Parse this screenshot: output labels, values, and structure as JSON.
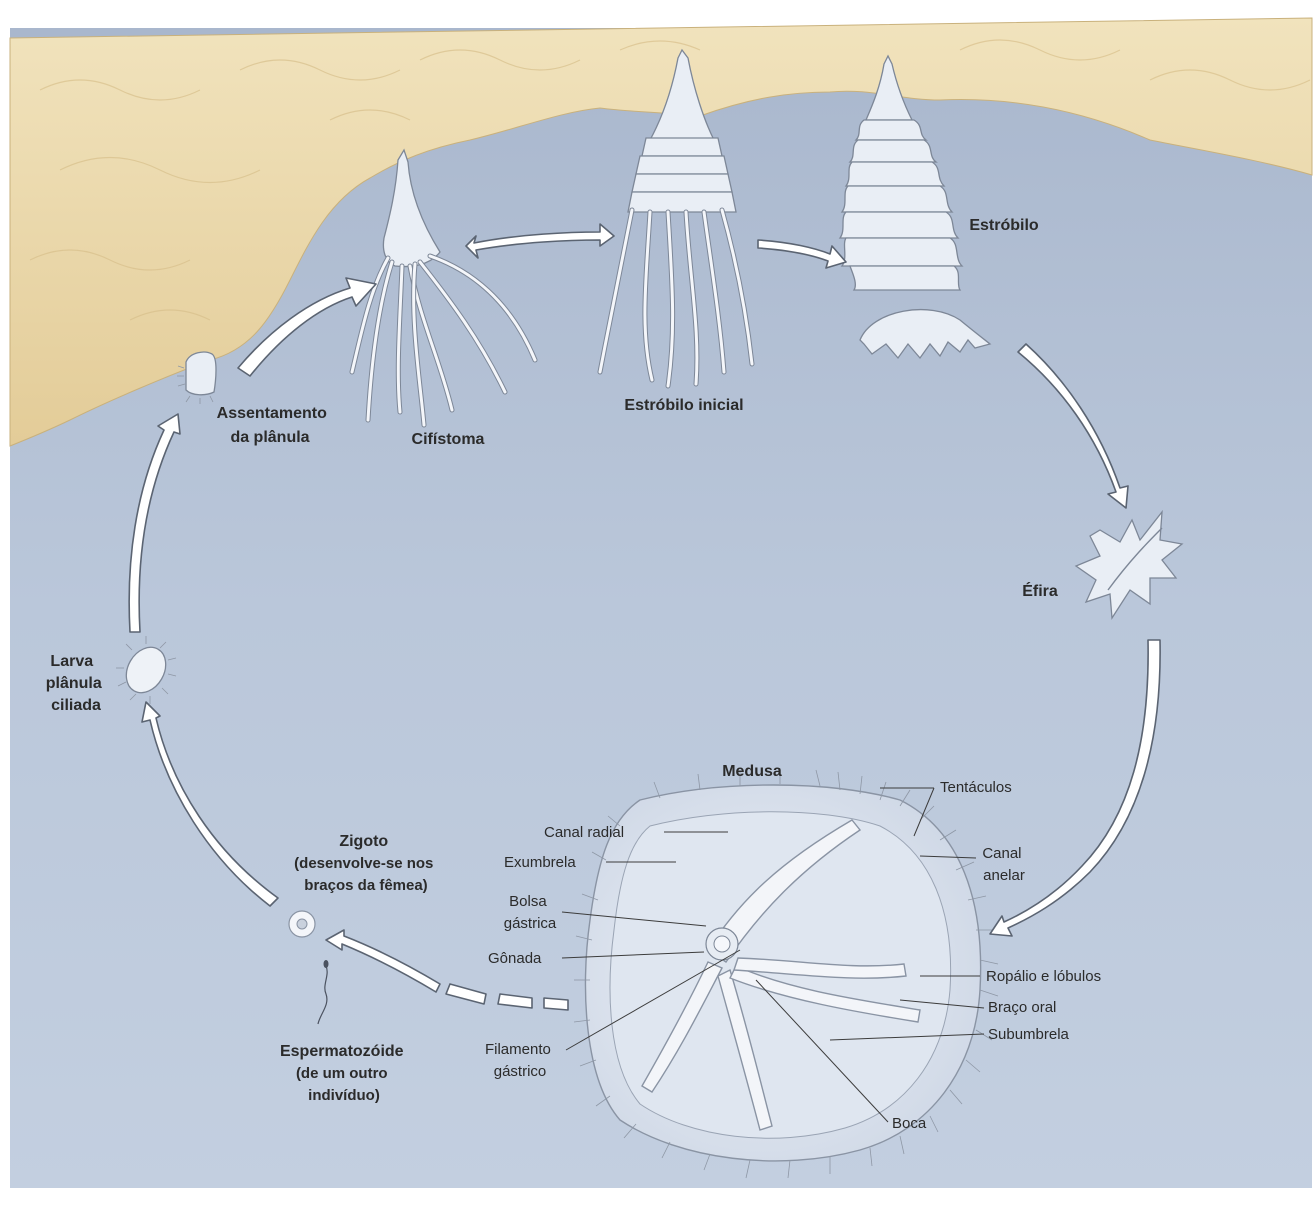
{
  "stages": {
    "assentamento": [
      "Assentamento",
      "da plânula"
    ],
    "cifistoma": "Cifístoma",
    "estrobilo_inicial": "Estróbilo inicial",
    "estrobilo": "Estróbilo",
    "efira": "Éfira",
    "medusa": "Medusa",
    "zigoto": [
      "Zigoto",
      "(desenvolve-se nos",
      "braços da fêmea)"
    ],
    "espermatozoide": [
      "Espermatozóide",
      "(de um outro",
      "indivíduo)"
    ],
    "larva": [
      "Larva",
      "plânula",
      "ciliada"
    ]
  },
  "medusa_parts": {
    "canal_radial": "Canal radial",
    "exumbrela": "Exumbrela",
    "bolsa_gastrica": [
      "Bolsa",
      "gástrica"
    ],
    "gonada": "Gônada",
    "filamento_gastrico": [
      "Filamento",
      "gástrico"
    ],
    "tentaculos": "Tentáculos",
    "canal_anelar": [
      "Canal",
      "anelar"
    ],
    "ropalio": "Ropálio e lóbulos",
    "braco_oral": "Braço oral",
    "subumbrela": "Subumbrela",
    "boca": "Boca"
  },
  "colors": {
    "water": "#b9c6da",
    "rock": "#ead8ad",
    "arrow_fill": "#ffffff",
    "arrow_stroke": "#5b6472"
  }
}
